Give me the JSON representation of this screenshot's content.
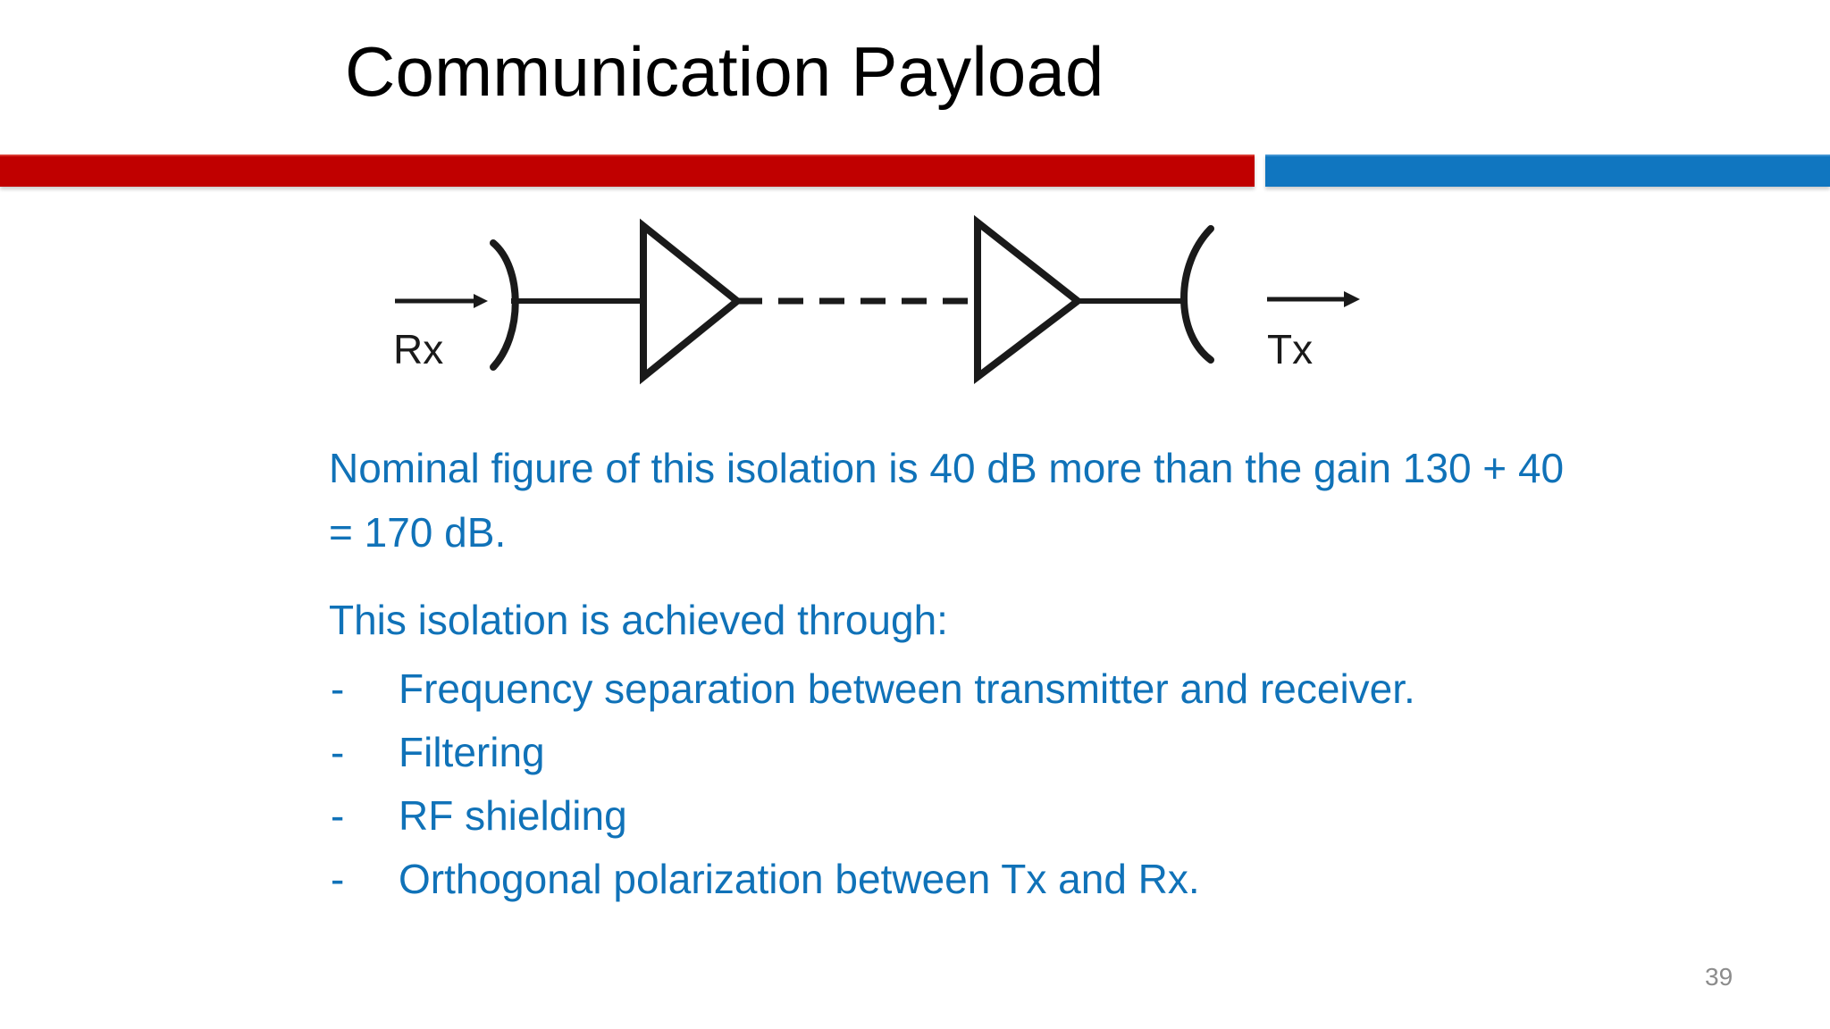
{
  "slide": {
    "title": "Communication Payload",
    "page_number": "39",
    "colors": {
      "title_text": "#000000",
      "body_text": "#1072B8",
      "bar_red": "#C00000",
      "bar_blue": "#1076C0",
      "page_number": "#8C8C8C",
      "diagram_stroke": "#1A1A1A"
    }
  },
  "diagram": {
    "name": "rx-tx-transponder-chain",
    "labels": {
      "rx": "Rx",
      "tx": "Tx"
    },
    "elements": [
      "rx-input-arrow",
      "rx-antenna-reflector",
      "receive-amplifier-triangle",
      "dashed-interconnect",
      "transmit-amplifier-triangle",
      "tx-antenna-reflector",
      "tx-output-arrow"
    ]
  },
  "body": {
    "paragraph_1": "Nominal figure of this isolation is 40 dB more than the gain 130 + 40 = 170 dB.",
    "paragraph_2": "This isolation is achieved through:",
    "bullet_marker": "-",
    "bullets": [
      "Frequency separation between transmitter and receiver.",
      "Filtering",
      "RF shielding",
      "Orthogonal polarization between Tx and Rx."
    ]
  }
}
